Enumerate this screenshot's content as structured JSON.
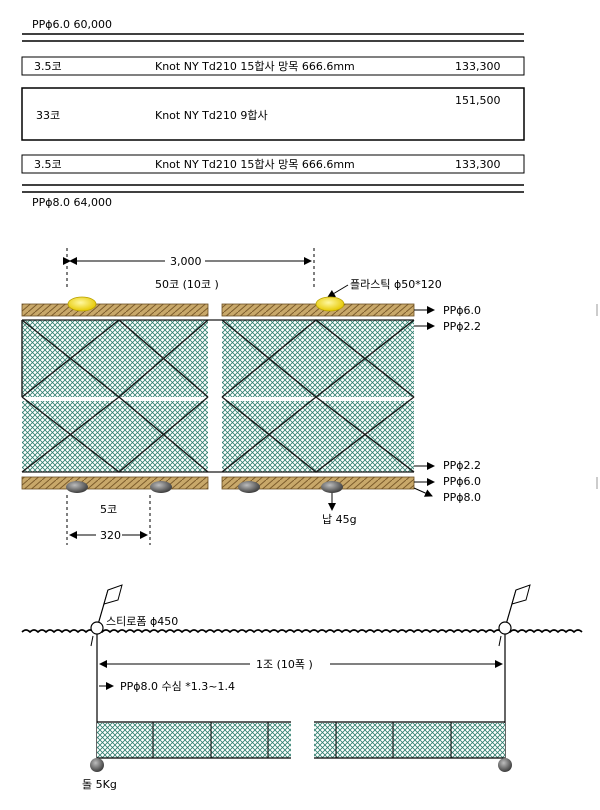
{
  "spec_table": {
    "top_label": "PPϕ6.0   60,000",
    "rows": [
      {
        "size": "3.5코",
        "spec": "Knot NY Td210 15합사  망목 666.6mm",
        "price": "133,300"
      },
      {
        "size": "33코",
        "spec": "Knot NY Td210 9합사",
        "price": "151,500"
      },
      {
        "size": "3.5코",
        "spec": "Knot NY Td210 15합사  망목 666.6mm",
        "price": "133,300"
      }
    ],
    "bottom_label": "PPϕ8.0   64,000"
  },
  "net_detail": {
    "dimension_top": "3,000",
    "mesh_count": "50코 (10코 )",
    "float_label": "플라스틱 ϕ50*120",
    "rope_labels": [
      "PPϕ6.0",
      "PPϕ2.2",
      "PPϕ2.2",
      "PPϕ6.0",
      "PPϕ8.0"
    ],
    "bottom_mesh_count": "5코",
    "dimension_bottom": "320",
    "sinker_label": "납 45g"
  },
  "overall": {
    "buoy_label": "스티로폼 ϕ450",
    "set_length": "1조 (10폭 )",
    "line_spec": "PPϕ8.0   수심 *1.3~1.4",
    "anchor_label": "돌 5Kg"
  },
  "colors": {
    "rope": "#c8a86a",
    "net": "#2f7f6f",
    "float": "#f3e23a",
    "sinker": "#5a5a5a"
  }
}
